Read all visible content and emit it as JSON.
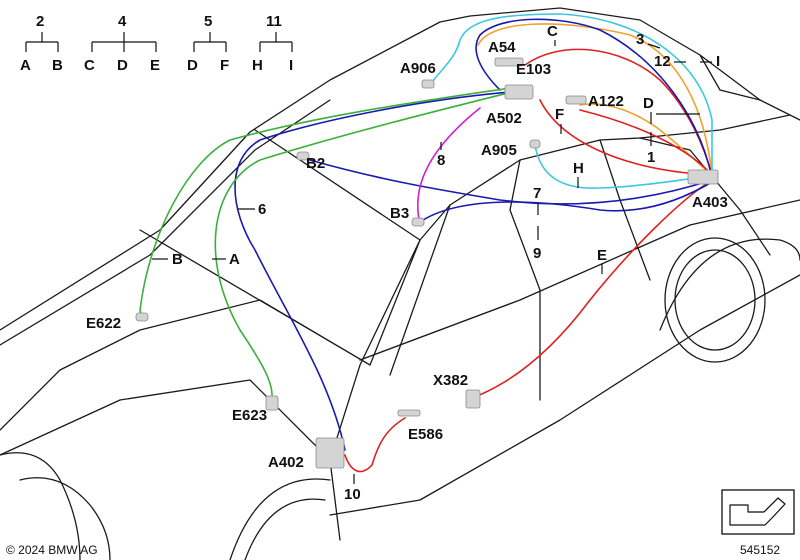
{
  "legend_trees": [
    {
      "parent": "2",
      "children": [
        "A",
        "B"
      ]
    },
    {
      "parent": "4",
      "children": [
        "C",
        "D",
        "E"
      ]
    },
    {
      "parent": "5",
      "children": [
        "D",
        "F"
      ]
    },
    {
      "parent": "11",
      "children": [
        "H",
        "I"
      ]
    }
  ],
  "component_labels": {
    "A906": "A906",
    "A54": "A54",
    "E103": "E103",
    "A502": "A502",
    "A122": "A122",
    "A905": "A905",
    "B2": "B2",
    "B3": "B3",
    "A403": "A403",
    "E622": "E622",
    "E623": "E623",
    "X382": "X382",
    "E586": "E586",
    "A402": "A402"
  },
  "wire_labels": {
    "C": "C",
    "n3": "3",
    "n12": "12",
    "I": "I",
    "D": "D",
    "F": "F",
    "n1": "1",
    "H": "H",
    "n8": "8",
    "n7": "7",
    "n9": "9",
    "E": "E",
    "n6": "6",
    "B": "B",
    "A": "A",
    "n10": "10"
  },
  "wire_colors": {
    "cyan": "#3cc8e0",
    "orange": "#f0a030",
    "red": "#e02020",
    "blue": "#1a1ab0",
    "green": "#3cb03c",
    "magenta": "#d020d0"
  },
  "footer": {
    "copyright": "© 2024 BMW AG",
    "diagram_number": "545152"
  },
  "icon": "arrow-direction-icon"
}
